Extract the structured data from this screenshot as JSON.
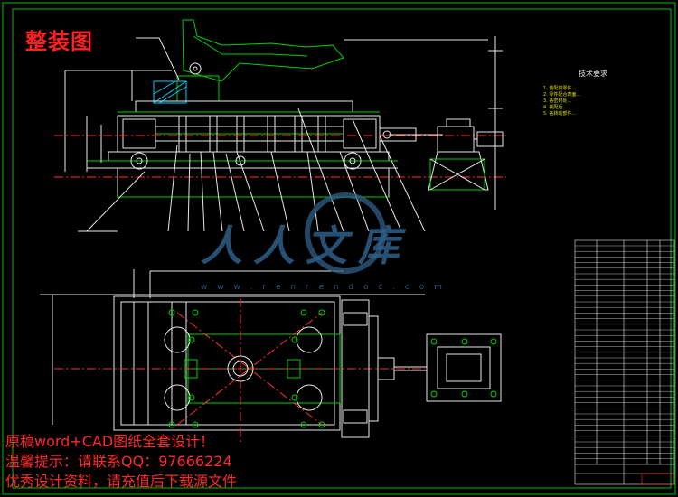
{
  "drawing": {
    "title": "整装图",
    "tech_requirements_title": "技术要求",
    "tech_notes": [
      "1. 装配前零件...",
      "2. 零件配合表面...",
      "3. 各密封处...",
      "4. 装配后...",
      "5. 各转动部件..."
    ],
    "promo_lines": [
      "原稿word+CAD图纸全套设计！",
      "温馨提示：请联系QQ：97666224",
      "优秀设计资料，请充值后下载源文件"
    ]
  },
  "watermark": {
    "brand": "人人文库",
    "site": "w w w . r e n r e n d o c . c o m"
  },
  "colors": {
    "background": "#000000",
    "frame": "#00c000",
    "geometry": "#e8e8e8",
    "center_line": "#ff3030",
    "hatch": "#00d0ff",
    "dimension": "#e0e000",
    "promo": "#ff2a2a",
    "watermark": "#2f5f87"
  }
}
